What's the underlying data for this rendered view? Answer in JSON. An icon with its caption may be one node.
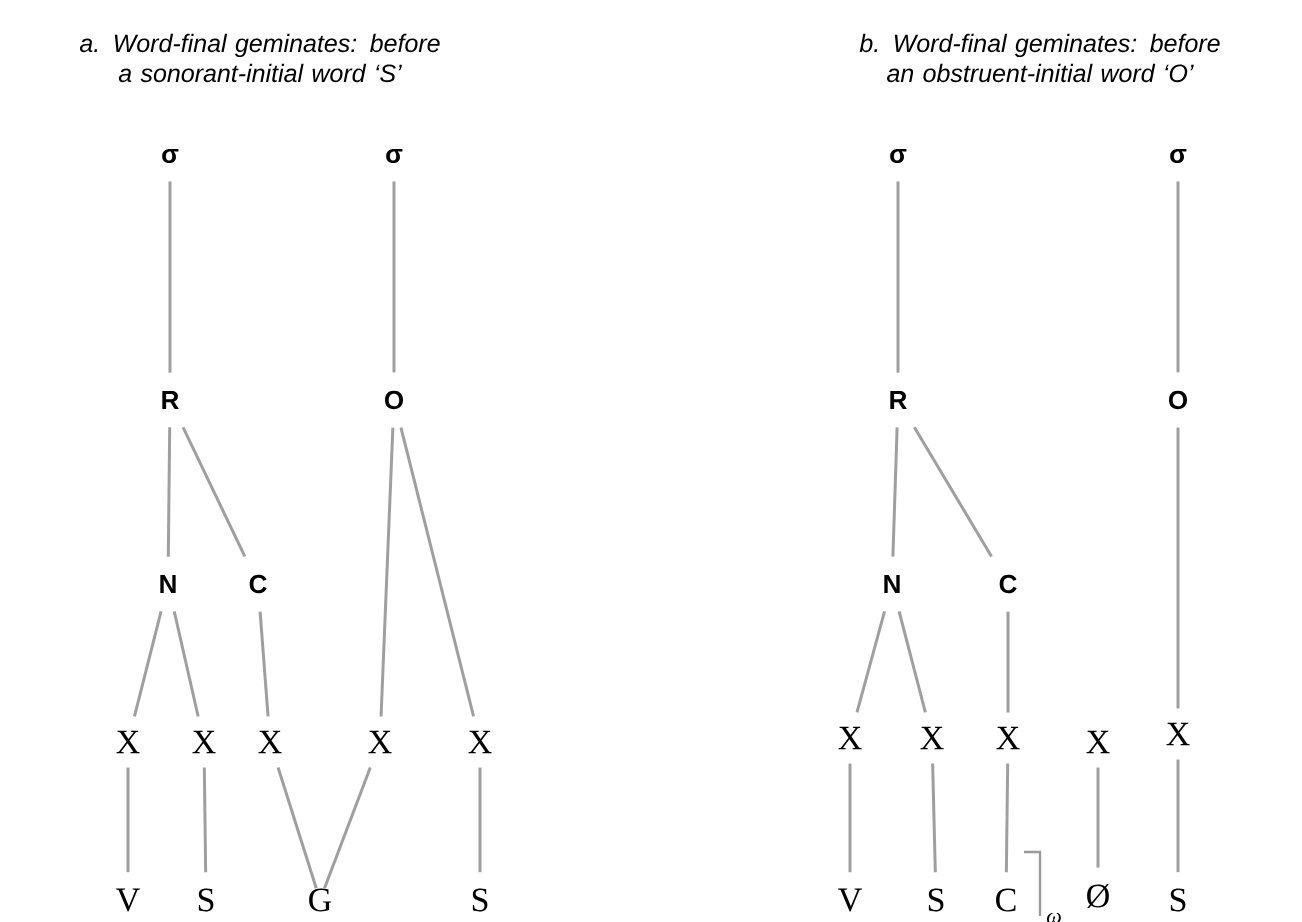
{
  "diagram": {
    "nodes": [
      {
        "text": [
          "σ"
        ]
      },
      {
        "text": [
          "σ"
        ]
      },
      {
        "text": [
          "R"
        ]
      },
      {
        "text": [
          "O"
        ]
      },
      {
        "text": [
          "N"
        ]
      },
      {
        "text": [
          "C"
        ]
      },
      {
        "text": [
          "X"
        ]
      },
      {
        "text": [
          "X"
        ]
      },
      {
        "text": [
          "X"
        ]
      },
      {
        "text": [
          "X"
        ]
      },
      {
        "text": [
          "X"
        ]
      },
      {
        "text": [
          "V"
        ]
      },
      {
        "text": [
          "S"
        ]
      },
      {
        "text": [
          "G"
        ]
      },
      {
        "text": [
          "S"
        ]
      },
      {
        "text": [
          "σ"
        ]
      },
      {
        "text": [
          "σ"
        ]
      },
      {
        "text": [
          "R"
        ]
      },
      {
        "text": [
          "O"
        ]
      },
      {
        "text": [
          "N"
        ]
      },
      {
        "text": [
          "C"
        ]
      },
      {
        "text": [
          "X"
        ]
      },
      {
        "text": [
          "X"
        ]
      },
      {
        "text": [
          "X"
        ]
      },
      {
        "text": [
          "X"
        ]
      },
      {
        "text": [
          "X"
        ]
      },
      {
        "text": [
          "V"
        ]
      },
      {
        "text": [
          "S"
        ]
      },
      {
        "text": [
          "C"
        ]
      },
      {
        "text": [
          "Ø"
        ]
      },
      {
        "text": [
          "S"
        ]
      }
    ],
    "edges": [
      {
        "from": 0,
        "to": 2,
        "arrow": "none"
      },
      {
        "from": 1,
        "to": 3,
        "arrow": "none"
      },
      {
        "from": 2,
        "to": 4,
        "arrow": "none"
      },
      {
        "from": 2,
        "to": 5,
        "arrow": "none"
      },
      {
        "from": 3,
        "to": 9,
        "arrow": "none"
      },
      {
        "from": 3,
        "to": 10,
        "arrow": "none"
      },
      {
        "from": 4,
        "to": 6,
        "arrow": "none"
      },
      {
        "from": 4,
        "to": 7,
        "arrow": "none"
      },
      {
        "from": 5,
        "to": 8,
        "arrow": "none"
      },
      {
        "from": 6,
        "to": 11,
        "arrow": "none"
      },
      {
        "from": 7,
        "to": 12,
        "arrow": "none"
      },
      {
        "from": 8,
        "to": 13,
        "arrow": "none"
      },
      {
        "from": 9,
        "to": 13,
        "arrow": "none"
      },
      {
        "from": 10,
        "to": 14,
        "arrow": "none"
      },
      {
        "from": 15,
        "to": 17,
        "arrow": "none"
      },
      {
        "from": 16,
        "to": 18,
        "arrow": "none"
      },
      {
        "from": 17,
        "to": 19,
        "arrow": "none"
      },
      {
        "from": 17,
        "to": 20,
        "arrow": "none"
      },
      {
        "from": 18,
        "to": 25,
        "arrow": "none"
      },
      {
        "from": 19,
        "to": 21,
        "arrow": "none"
      },
      {
        "from": 19,
        "to": 22,
        "arrow": "none"
      },
      {
        "from": 20,
        "to": 23,
        "arrow": "none"
      },
      {
        "from": 21,
        "to": 26,
        "arrow": "none"
      },
      {
        "from": 22,
        "to": 27,
        "arrow": "none"
      },
      {
        "from": 23,
        "to": 28,
        "arrow": "none"
      },
      {
        "from": 24,
        "to": 29,
        "arrow": "none"
      },
      {
        "from": 25,
        "to": 30,
        "arrow": "none"
      }
    ],
    "labels": [
      "a.   Word-final geminates: before a sonorant-initial word ‘S’",
      "b. Word-final geminates: before an obstruent-initial word ‘O’",
      "ω"
    ]
  }
}
